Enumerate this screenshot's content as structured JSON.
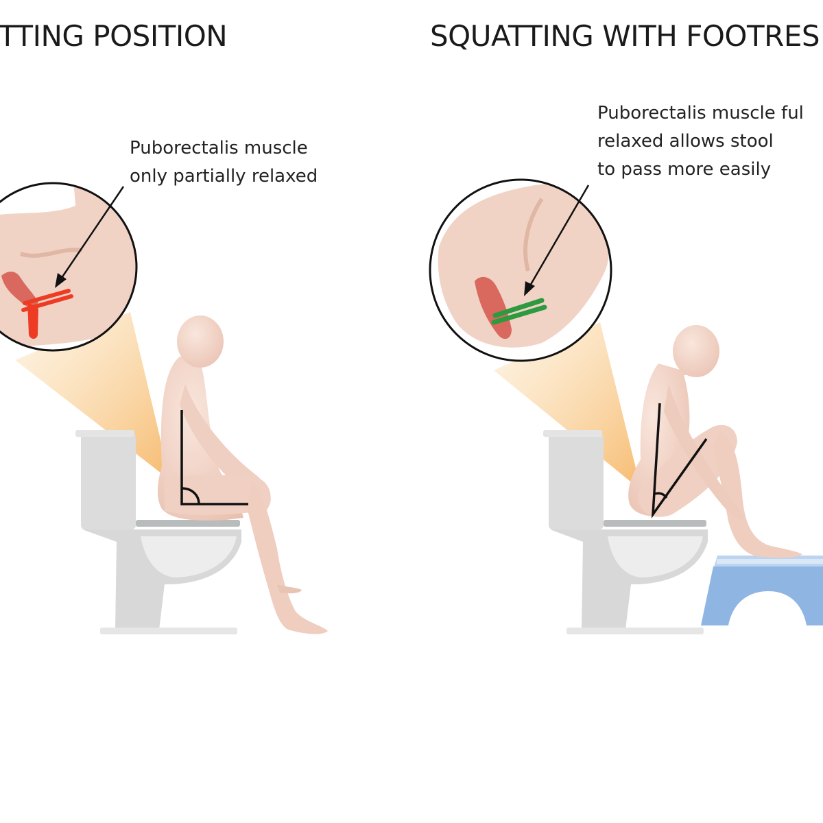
{
  "panels": [
    {
      "title": "TTING POSITION",
      "callout": [
        "Puborectalis muscle",
        "only partially relaxed"
      ],
      "muscle_color": "#ee3b24"
    },
    {
      "title": "SQUATTING WITH FOOTRES",
      "callout": [
        "Puborectalis muscle ful",
        "relaxed allows stool",
        "to pass more easily"
      ],
      "muscle_color": "#2e9a3f"
    }
  ],
  "colors": {
    "skin": "#f3d6c9",
    "skin_shadow": "#e2b8a6",
    "rectum": "#d9695e",
    "toilet": "#dcdcdc",
    "toilet_dark": "#c9c9c9",
    "footrest": "#8fb6e2",
    "cone": "#f8c67e"
  }
}
